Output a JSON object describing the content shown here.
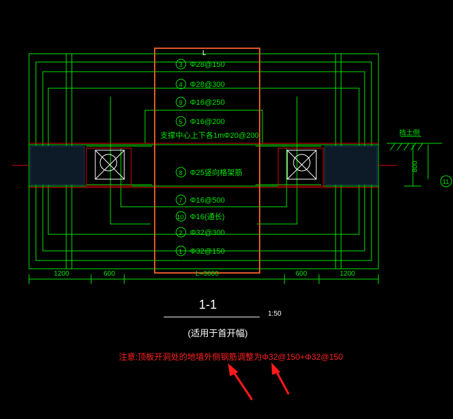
{
  "drawing": {
    "top_dim_label": "L",
    "bottom_dim_label": "L=3600",
    "rebars": [
      {
        "num": "3",
        "text": "Φ28@150"
      },
      {
        "num": "4",
        "text": "Φ28@300"
      },
      {
        "num": "9",
        "text": "Φ16@250"
      },
      {
        "num": "5",
        "text": "Φ16@200"
      },
      {
        "num": "",
        "text": "支撑中心上下各1mΦ20@200"
      },
      {
        "num": "8",
        "text": "Φ25竖向格架筋"
      },
      {
        "num": "7",
        "text": "Φ16@500"
      },
      {
        "num": "10",
        "text": "Φ16(通长)"
      },
      {
        "num": "2",
        "text": "Φ32@300"
      },
      {
        "num": "1",
        "text": "Φ32@150"
      }
    ],
    "dims": [
      "1200",
      "600",
      "600",
      "1200"
    ],
    "soil_label": "挡土侧",
    "height_dim": "800",
    "right_marker": "11",
    "section_title": "1-1",
    "scale": "1:50",
    "subtitle": "(适用于首开幅)",
    "note": "注意:顶板开洞处的地墙外侧钢筋调整为Φ32@150+Φ32@150",
    "colors": {
      "line": "#00e400",
      "frame": "#e05a28",
      "note": "#ff2020",
      "text": "#ffffff"
    }
  }
}
